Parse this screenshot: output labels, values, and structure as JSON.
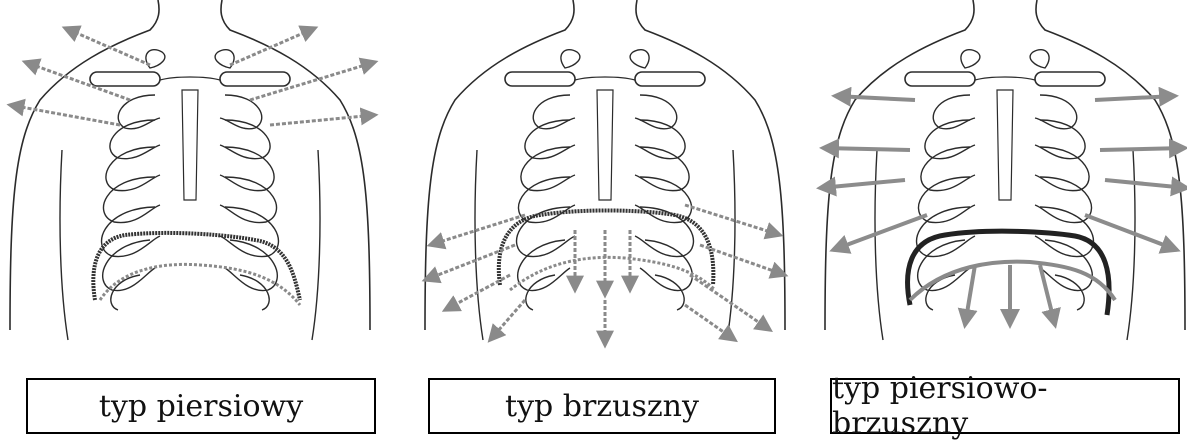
{
  "captions": {
    "chest": "typ piersiowy",
    "abdominal": "typ brzuszny",
    "combined": "typ piersiowo-brzuszny"
  },
  "colors": {
    "outline": "#2b2b2b",
    "dotted_arrow": "#8a8a8a",
    "solid_arrow": "#8c8c8c",
    "diaphragm_dark": "#222222",
    "diaphragm_light": "#8a8a8a"
  },
  "icons": {
    "body": "torso-skeleton-icon",
    "arrow": "arrow-icon"
  }
}
